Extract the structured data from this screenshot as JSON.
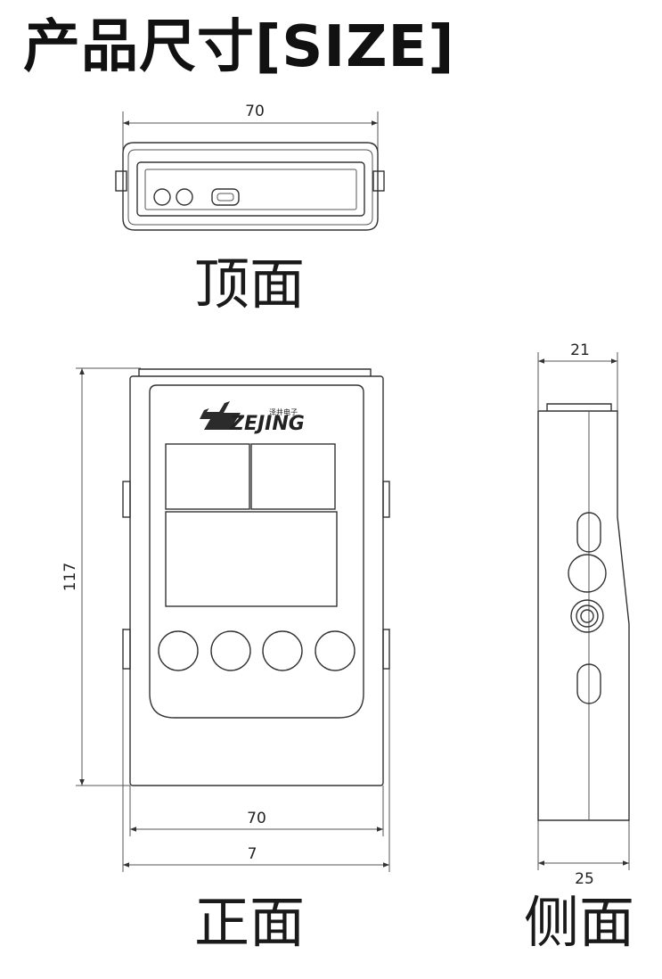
{
  "title": "产品尺寸[SIZE]",
  "views": {
    "top": {
      "label": "顶面",
      "width_dim": "70"
    },
    "front": {
      "label": "正面",
      "height_dim": "117",
      "inner_width_dim": "70",
      "outer_width_dim": "7"
    },
    "side": {
      "label": "侧面",
      "top_dim": "21",
      "bottom_dim": "25"
    }
  },
  "logo": {
    "brand": "ZEJING",
    "subtitle": "泽井电子"
  },
  "colors": {
    "line": "#333333",
    "text": "#222222"
  }
}
